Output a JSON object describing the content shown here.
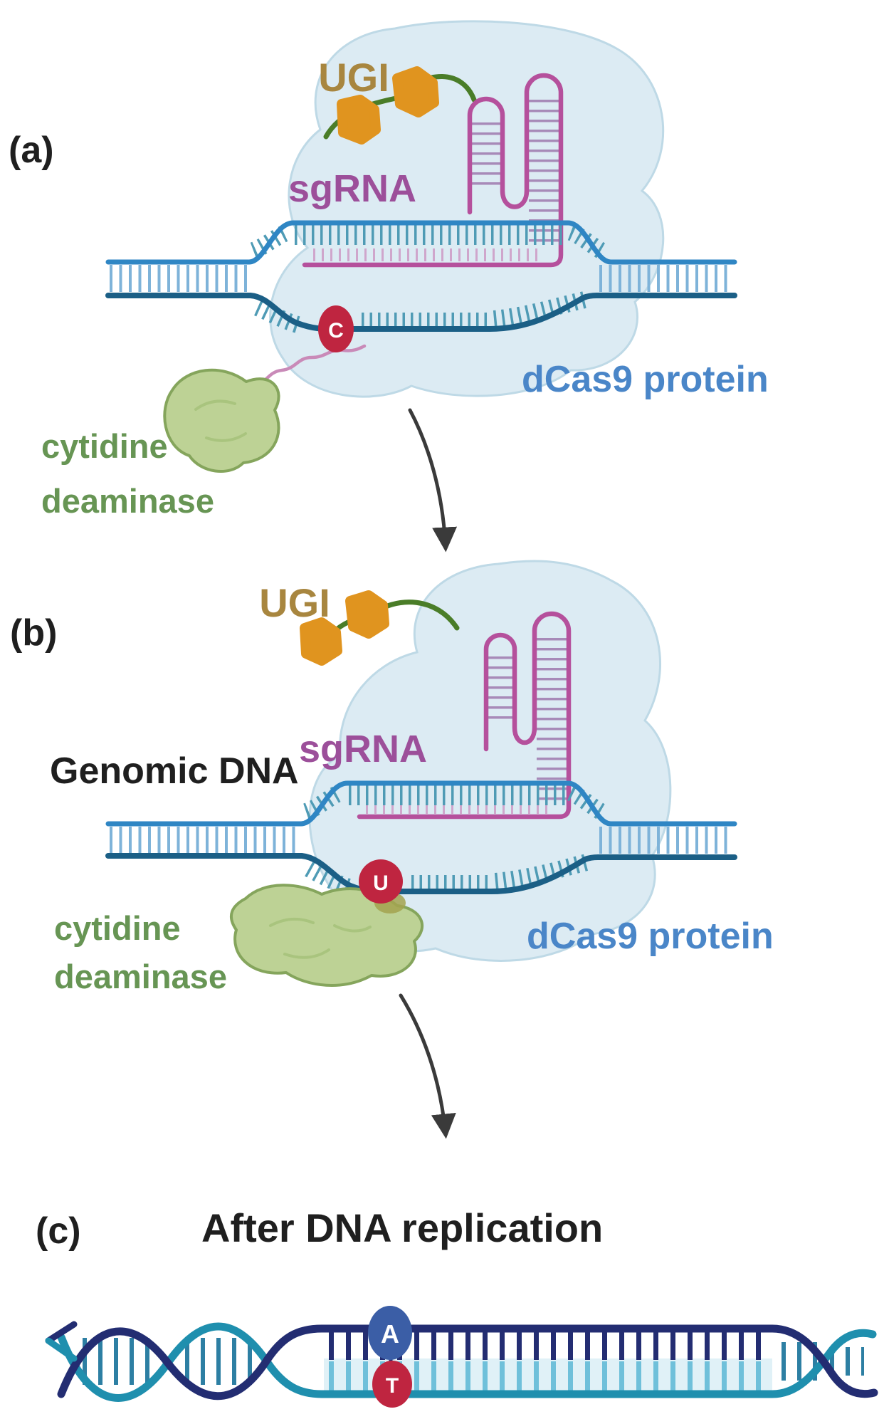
{
  "panel_a": {
    "label": "(a)",
    "ugi_label": "UGI",
    "sgrna_label": "sgRNA",
    "dcas9_label": "dCas9 protein",
    "deaminase_label_line1": "cytidine",
    "deaminase_label_line2": "deaminase",
    "target_base": "C"
  },
  "panel_b": {
    "label": "(b)",
    "ugi_label": "UGI",
    "sgrna_label": "sgRNA",
    "dcas9_label": "dCas9 protein",
    "deaminase_label_line1": "cytidine",
    "deaminase_label_line2": "deaminase",
    "genomic_dna_label": "Genomic DNA",
    "target_base": "U"
  },
  "panel_c": {
    "label": "(c)",
    "title": "After DNA replication",
    "base_pair_top": "A",
    "base_pair_bottom": "T"
  },
  "colors": {
    "label_text": "#1f1f1f",
    "protein_fill": "#dcebf3",
    "protein_stroke": "#bed9e6",
    "dna_top": "#2f86c4",
    "dna_bottom": "#1b5f86",
    "dna_tick": "#7eb3d9",
    "bubble_tick": "#4f9bb5",
    "sgrna": "#b5509c",
    "sgrna_label": "#9c4f9a",
    "sgrna_rung": "#a78ab8",
    "sgrna_tick": "#cfa6cc",
    "ugi_text": "#a8863f",
    "ugi_blob": "#e0941f",
    "linker_green": "#4a7d28",
    "linker_pink": "#c98ab8",
    "deaminase_fill": "#bdd295",
    "deaminase_stroke": "#85a55c",
    "deaminase_inner": "#a9c47e",
    "deaminase_text": "#679554",
    "dcas9_text": "#4a86c8",
    "olive_patch": "#a3a34f",
    "base_red": "#bf2540",
    "base_blue": "#3b5ea6",
    "helix_navy": "#232d72",
    "helix_teal": "#1f8fae",
    "helix_rung_light": "#6fc0da",
    "helix_eye_rung": "#2d7fa3",
    "helix_band": "#cfe9f3",
    "arrow": "#3a3a3a"
  }
}
